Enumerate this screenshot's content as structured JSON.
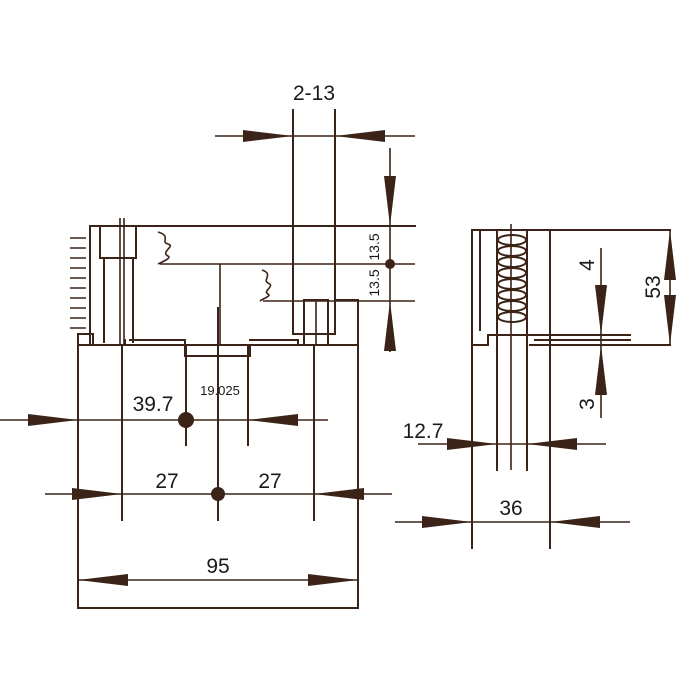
{
  "dimensions": {
    "pin_width": "2-13",
    "pitch_upper": "13.5",
    "pitch_lower": "13.5",
    "pin_offset": "39.7",
    "center_offset": "19.025",
    "half_left": "27",
    "half_right": "27",
    "total_width": "95",
    "side_top": "4",
    "side_height": "53",
    "side_bottom": "3",
    "side_pin_offset": "12.7",
    "side_width": "36"
  },
  "colors": {
    "line": "#3b2417",
    "text": "#1a1a1a",
    "background": "#ffffff"
  }
}
